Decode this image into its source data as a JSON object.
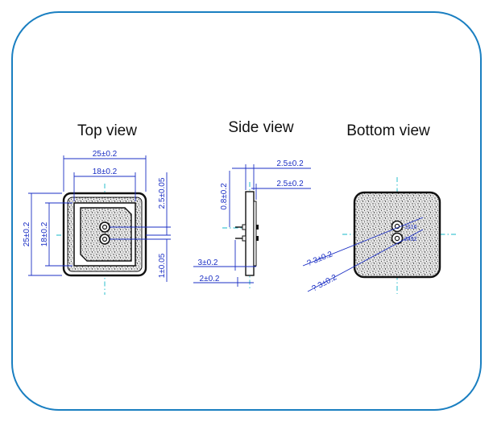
{
  "views": {
    "top": "Top view",
    "side": "Side view",
    "bottom": "Bottom view"
  },
  "dimensions": {
    "top_width_outer": "25±0.2",
    "top_width_inner": "18±0.2",
    "top_height_outer": "25±0.2",
    "top_height_inner": "18±0.2",
    "top_offset_upper": "2.5±0.05",
    "top_offset_lower": "1±0.05",
    "side_thickness_upper": "2.5±0.2",
    "side_thickness_lower": "2.5±0.2",
    "side_pin_height": "0.8±0.2",
    "side_flange": "3±0.2",
    "side_base": "2±0.2",
    "bottom_hole_1": "? 3±0.2",
    "bottom_hole_2": "? 3±0.2",
    "bottom_label_1": "1616",
    "bottom_label_2": "2492"
  },
  "colors": {
    "frame": "#1a7fc1",
    "dimension": "#1b2fc4",
    "centerline": "#14b9c8",
    "outline": "#111111"
  }
}
